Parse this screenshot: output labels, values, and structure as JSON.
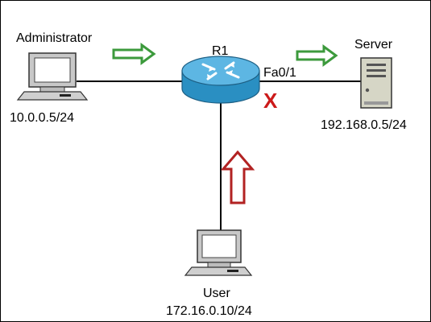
{
  "nodes": {
    "administrator": {
      "name": "Administrator",
      "ip": "10.0.0.5/24"
    },
    "router": {
      "name": "R1",
      "interface": "Fa0/1"
    },
    "server": {
      "name": "Server",
      "ip": "192.168.0.5/24"
    },
    "user": {
      "name": "User",
      "ip": "172.16.0.10/24"
    }
  },
  "link_failure_mark": "X",
  "colors": {
    "allowed_arrow": "#3c9a3c",
    "blocked_arrow": "#b22222",
    "failure_mark": "#cc1a1a",
    "router_body": "#2a8fc2",
    "router_top": "#5db6e3",
    "link": "#000000"
  },
  "arrows": [
    {
      "meaning": "traffic-allowed",
      "direction": "right",
      "from": "administrator",
      "to": "router"
    },
    {
      "meaning": "traffic-allowed",
      "direction": "right",
      "from": "router",
      "to": "server"
    },
    {
      "meaning": "traffic-blocked",
      "direction": "up",
      "from": "user",
      "to": "router"
    }
  ]
}
